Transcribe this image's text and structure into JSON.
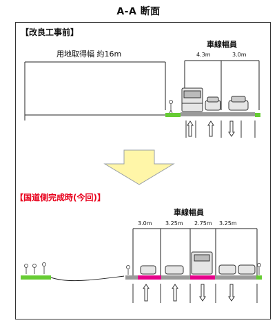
{
  "title": "A-A 断面",
  "before": {
    "label": "【改良工事前】",
    "land_width_label": "用地取得幅 約16m",
    "lane_width_label": "車線幅員",
    "lane_widths": [
      "4.3m",
      "3.0m"
    ]
  },
  "after": {
    "label": "【国道側完成時(今回)】",
    "lane_width_label": "車線幅員",
    "lane_widths": [
      "3.0m",
      "3.25m",
      "2.75m",
      "3.25m"
    ]
  },
  "colors": {
    "arrow_fill": "#fff6a8",
    "arrow_stroke": "#9aa0a6",
    "grass": "#66cc33",
    "road": "#9a9a9a",
    "median": "#e6008a",
    "after_label": "#e8001c"
  }
}
